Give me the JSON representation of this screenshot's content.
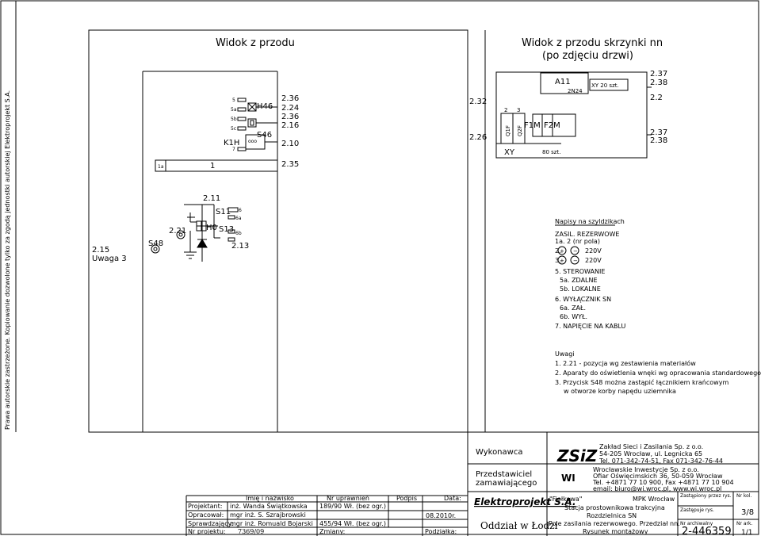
{
  "side_note": "Prawa autorskie zastrzeżone. Kopiowanie dozwolone tylko za zgodą jednostki autorskiej Elektroprojekt S.A.",
  "front_view": {
    "title": "Widok z przodu",
    "refs": {
      "r236a": "2.36",
      "r224": "2.24",
      "r236b": "2.36",
      "r216": "2.16",
      "r210": "2.10",
      "r235": "2.35",
      "r211": "2.11",
      "r221": "2.21",
      "r213": "2.13",
      "r215": "2.15",
      "uwaga": "Uwaga 3"
    },
    "labels": {
      "h46": "H46",
      "s46": "S46",
      "k1h": "K1H",
      "ooo": "ooo",
      "n5": "5",
      "n5a": "5a",
      "n5b": "5b",
      "n5c": "5c",
      "n7": "7",
      "box1a": "1a",
      "box1": "1",
      "s11": "S11",
      "s13": "S13",
      "h0": "H0",
      "s48": "S48",
      "n6": "6",
      "n6a": "6a",
      "n6b": "6b"
    }
  },
  "box_view": {
    "title_line1": "Widok z przodu skrzynki nn",
    "title_line2": "(po zdjęciu drzwi)",
    "refs": {
      "r232": "2.32",
      "r226": "2.26",
      "r237a": "2.37",
      "r238a": "2.38",
      "r22": "2.2",
      "r237b": "2.37",
      "r238b": "2.38"
    },
    "labels": {
      "a11": "A11",
      "n2n24": "2N24",
      "xy20": "XY 20 szt.",
      "n2": "2",
      "n3": "3",
      "q1f": "Q1F",
      "q2f": "Q2F",
      "f1m": "F1M",
      "f2m": "F2M",
      "xy": "XY",
      "szt80": "80 szt."
    }
  },
  "plates": {
    "heading": "Napisy na szyldzikach",
    "items": [
      "ZASIL. REZERWOWE",
      "1a. 2 (nr pola)",
      "2.",
      "220V",
      "3.",
      "220V",
      "5. STEROWANIE",
      "5a. ZDALNE",
      "5b. LOKALNE",
      "6. WYŁĄCZNIK SN",
      "6a. ZAŁ.",
      "6b. WYŁ.",
      "7. NAPIĘCIE NA KABLU"
    ]
  },
  "notes": {
    "heading": "Uwagi",
    "items": [
      "1. 2.21 - pozycja wg zestawienia materiałów",
      "2. Aparaty do oświetlenia wnęki wg opracowania standardowego",
      "3. Przycisk S48 można zastąpić łącznikiem krańcowym",
      "w otworze korby napędu uziemnika"
    ]
  },
  "signatures": {
    "headers": [
      "Imię i nazwisko",
      "Nr uprawnień",
      "Podpis",
      "Data:"
    ],
    "rows": [
      {
        "role": "Projektant:",
        "name": "inż. Wanda Świątkowska",
        "license": "189/90 Wł. (bez ogr.)"
      },
      {
        "role": "Opracował:",
        "name": "mgr inż. S. Szrajbrowski",
        "license": ""
      },
      {
        "role": "Sprawdzający:",
        "name": "mgr inż. Romuald Bojarski",
        "license": "455/94 Wł. (bez ogr.)"
      }
    ],
    "date": "08.2010r.",
    "project_no_label": "Nr projektu:",
    "project_no": "7369/09",
    "changes_label": "Zmiany:",
    "signature_label": "Podziałka:"
  },
  "title_block": {
    "contractor_label": "Wykonawca",
    "rep_label_1": "Przedstawiciel",
    "rep_label_2": "zamawiającego",
    "company_logo": "Elektroprojekt S.A.",
    "branch": "Oddział w Łodzi",
    "ztk_logo": "ZSiZ",
    "wi_logo": "WI",
    "zaklad": [
      "Zakład Sieci i Zasilania Sp. z o.o.",
      "54-205 Wrocław, ul. Legnicka 65",
      "Tel. 071-342-74-51, Fax 071-342-76-44"
    ],
    "wroclawskie": [
      "Wrocławskie Inwestycje Sp. z o.o.",
      "Ofiar Oświęcimskich 36, 50-059 Wrocław",
      "Tel. +4871 77 10 900, Fax +4871 77 10 904",
      "email: biuro@wi.wroc.pl,         www.wi.wroc.pl"
    ],
    "object_name": "\"Fiołkowa\"",
    "object_city": "MPK Wrocław",
    "line1": "Stacja prostownikowa trakcyjna",
    "line2": "Rozdzielnica SN",
    "line3": "Pole zasilania rezerwowego. Przedział nn.",
    "line4": "Rysunek montażowy",
    "replaced_label": "Zastąpiony przez rys.",
    "replaces_label": "Zastępuje rys.",
    "archive_label": "Nr archiwalny",
    "archive_no": "2-446359",
    "col_label": "Nr kol.",
    "col_no": "3/8",
    "sheet_label": "Nr ark.",
    "sheet_no": "1/1"
  }
}
